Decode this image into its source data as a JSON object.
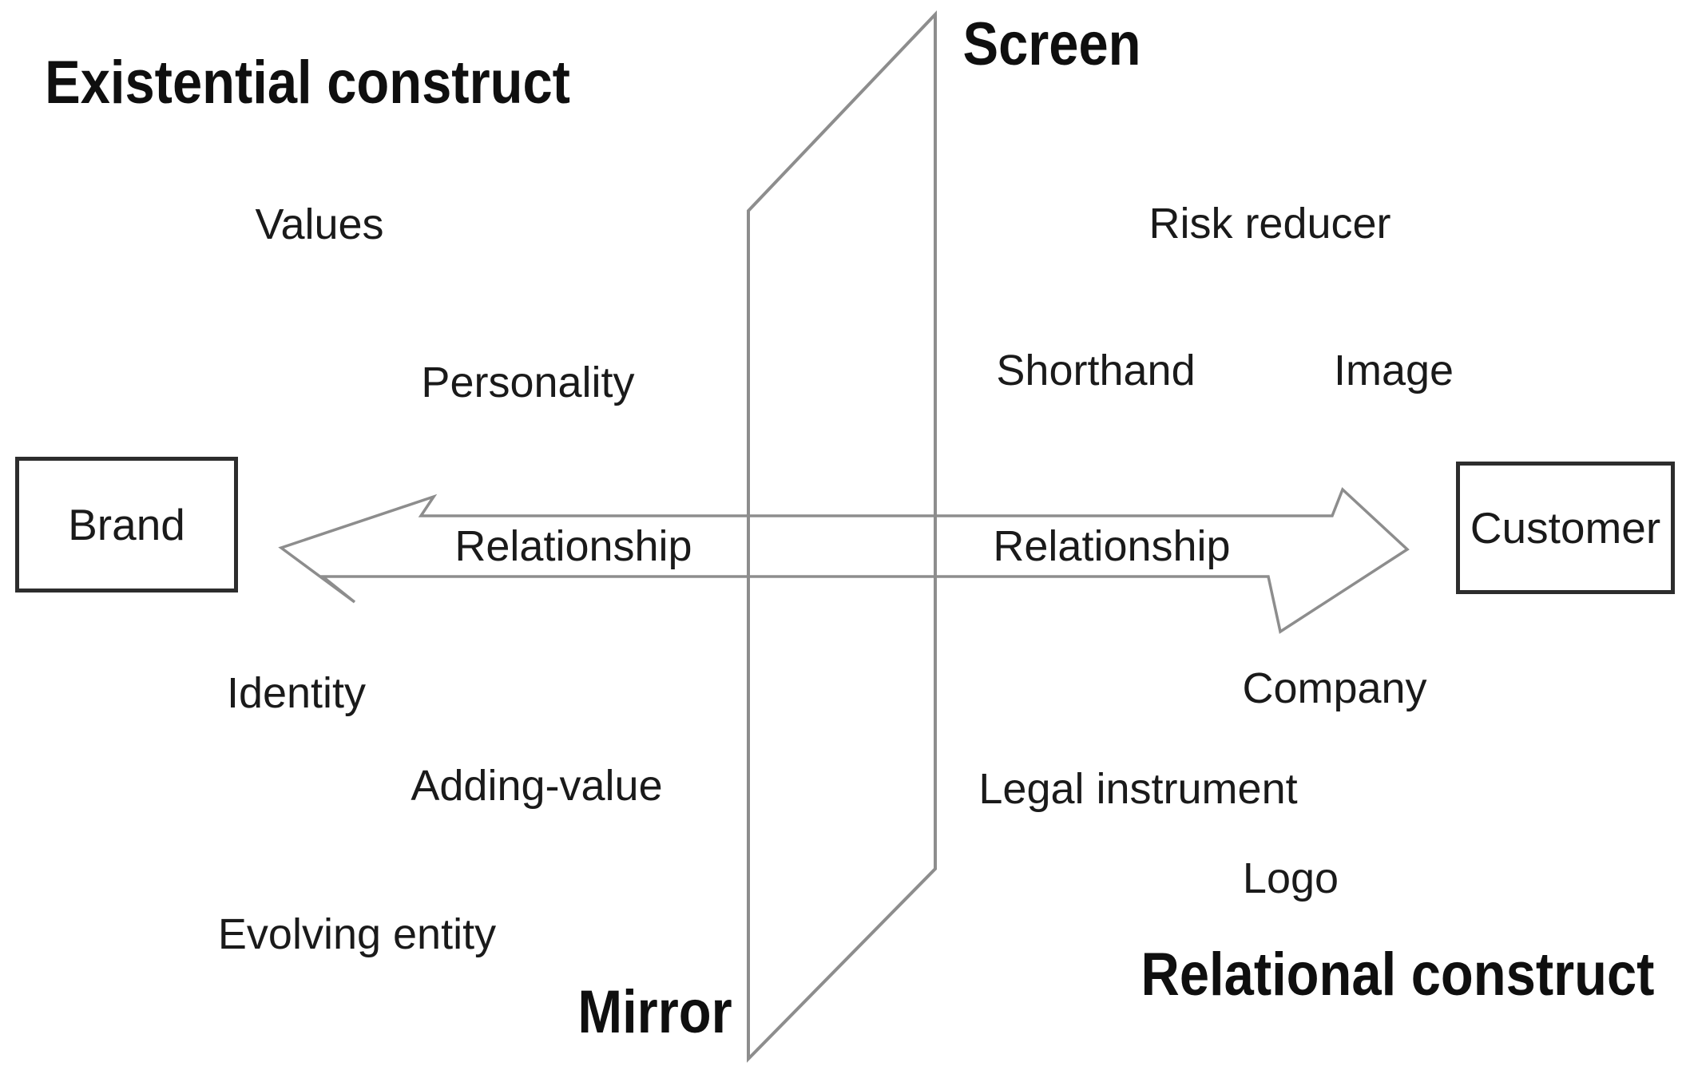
{
  "diagram": {
    "existential": {
      "title": "Existential construct",
      "items": [
        {
          "label": "Values"
        },
        {
          "label": "Personality"
        },
        {
          "label": "Identity"
        },
        {
          "label": "Adding-value"
        },
        {
          "label": "Evolving entity"
        }
      ]
    },
    "relational": {
      "title": "Relational construct",
      "items": [
        {
          "label": "Risk reducer"
        },
        {
          "label": "Shorthand"
        },
        {
          "label": "Image"
        },
        {
          "label": "Company"
        },
        {
          "label": "Legal instrument"
        },
        {
          "label": "Logo"
        }
      ]
    },
    "plane": {
      "top_label": "Screen",
      "bottom_label": "Mirror"
    },
    "entities": {
      "brand": "Brand",
      "customer": "Customer"
    },
    "relationship": {
      "left_label": "Relationship",
      "right_label": "Relationship"
    },
    "colors": {
      "background": "#ffffff",
      "line_gray": "#8d8d8d",
      "box_border": "#2d2d2d",
      "text": "#1a1a1a"
    }
  }
}
